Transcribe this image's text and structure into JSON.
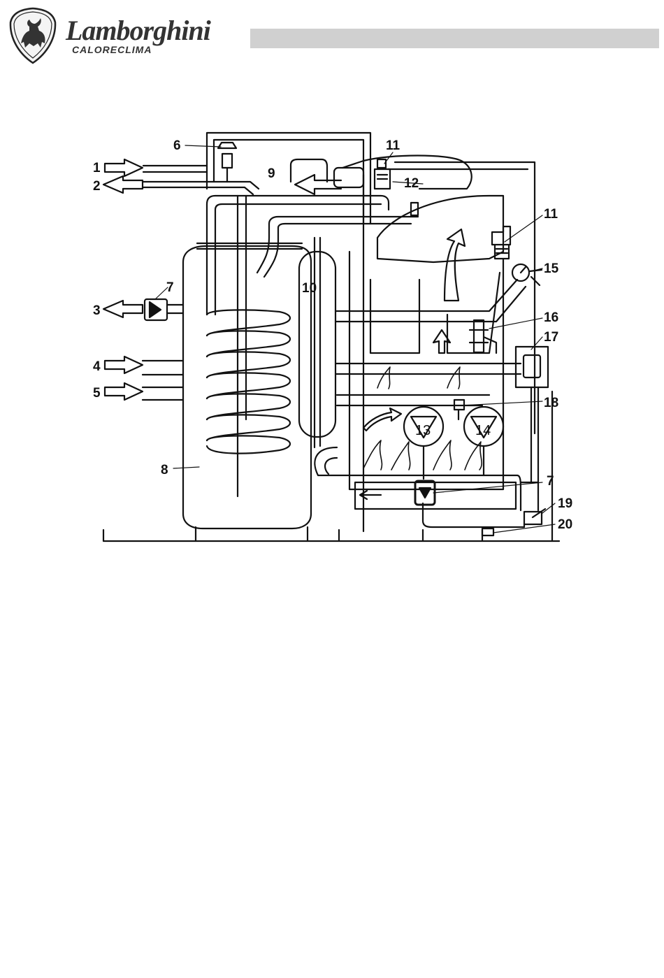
{
  "header": {
    "brand": "Lamborghini",
    "sub_brand": "CALORECLIMA",
    "logo_icon": "bull-shield-icon",
    "bar_color": "#d0d0d0"
  },
  "diagram": {
    "labels": {
      "l1": "1",
      "l2": "2",
      "l3": "3",
      "l4": "4",
      "l5": "5",
      "l6": "6",
      "l7a": "7",
      "l7b": "7",
      "l8": "8",
      "l9": "9",
      "l10": "10",
      "l11a": "11",
      "l11b": "11",
      "l12": "12",
      "l13": "13",
      "l14": "14",
      "l15": "15",
      "l16": "16",
      "l17": "17",
      "l18": "18",
      "l19": "19",
      "l20": "20"
    }
  }
}
